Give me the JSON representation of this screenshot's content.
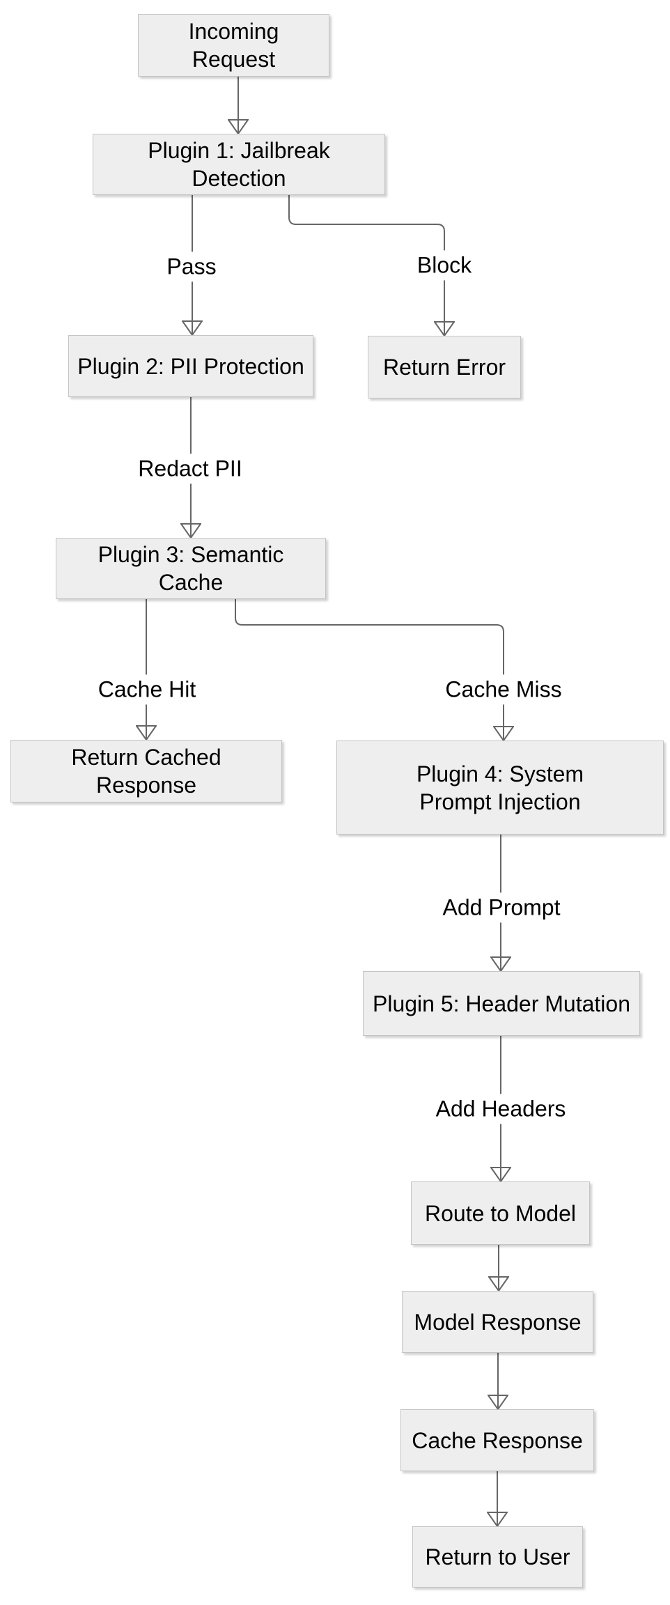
{
  "diagram": {
    "type": "flowchart",
    "background_color": "#ffffff",
    "node_fill_color": "#eeeeee",
    "node_border_color": "#c4c4c4",
    "node_text_color": "#000000",
    "edge_line_color": "#666666",
    "arrowhead_color": "#5d5d5d",
    "nodes": {
      "incoming_request": {
        "label": "Incoming Request"
      },
      "plugin1": {
        "label": "Plugin 1: Jailbreak Detection"
      },
      "plugin2": {
        "label": "Plugin 2: PII Protection"
      },
      "return_error": {
        "label": "Return Error"
      },
      "plugin3": {
        "label": "Plugin 3: Semantic Cache"
      },
      "return_cached": {
        "label": "Return Cached Response"
      },
      "plugin4": {
        "label": "Plugin 4: System Prompt Injection"
      },
      "plugin5": {
        "label": "Plugin 5: Header Mutation"
      },
      "route_model": {
        "label": "Route to Model"
      },
      "model_response": {
        "label": "Model Response"
      },
      "cache_response": {
        "label": "Cache Response"
      },
      "return_user": {
        "label": "Return to User"
      }
    },
    "edges": [
      {
        "from": "incoming_request",
        "to": "plugin1",
        "label": ""
      },
      {
        "from": "plugin1",
        "to": "plugin2",
        "label": "Pass"
      },
      {
        "from": "plugin1",
        "to": "return_error",
        "label": "Block"
      },
      {
        "from": "plugin2",
        "to": "plugin3",
        "label": "Redact PII"
      },
      {
        "from": "plugin3",
        "to": "return_cached",
        "label": "Cache Hit"
      },
      {
        "from": "plugin3",
        "to": "plugin4",
        "label": "Cache Miss"
      },
      {
        "from": "plugin4",
        "to": "plugin5",
        "label": "Add Prompt"
      },
      {
        "from": "plugin5",
        "to": "route_model",
        "label": "Add Headers"
      },
      {
        "from": "route_model",
        "to": "model_response",
        "label": ""
      },
      {
        "from": "model_response",
        "to": "cache_response",
        "label": ""
      },
      {
        "from": "cache_response",
        "to": "return_user",
        "label": ""
      }
    ]
  }
}
